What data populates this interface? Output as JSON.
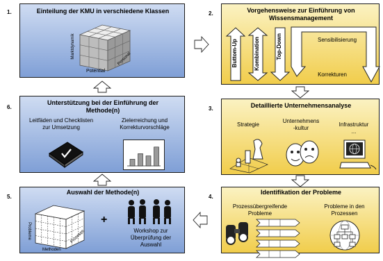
{
  "steps": {
    "s1": {
      "num": "1.",
      "title": "Einteilung der KMU in verschiedene Klassen",
      "axis_a": "Marktdynamik",
      "axis_b": "Potential",
      "axis_c": "Personal"
    },
    "s2": {
      "num": "2.",
      "title_line1": "Vorgehensweise zur Einführung von",
      "title_line2": "Wissensmanagement",
      "bottom_up": "Buttom-Up",
      "kombination": "Kombination",
      "top_down": "Top-Down",
      "sensibilisierung": "Sensibilisierung",
      "korrekturen": "Korrekturen"
    },
    "s3": {
      "num": "3.",
      "title": "Detaillierte Unternehmensanalyse",
      "col1": "Strategie",
      "col2_line1": "Unternehmens",
      "col2_line2": "-kultur",
      "col3_line1": "Infrastruktur",
      "col3_line2": "..."
    },
    "s4": {
      "num": "4.",
      "title": "Identifikation der Probleme",
      "left_line1": "Prozessübergreifende",
      "left_line2": "Probleme",
      "right_line1": "Probleme in den",
      "right_line2": "Prozessen"
    },
    "s5": {
      "num": "5.",
      "title": "Auswahl der Methode(n)",
      "plus": "+",
      "axis_a": "Probleme",
      "axis_b": "Methoden",
      "axis_c": "Prozesse",
      "workshop_line1": "Workshop zur",
      "workshop_line2": "Überprüfung der",
      "workshop_line3": "Auswahl"
    },
    "s6": {
      "num": "6.",
      "title_line1": "Unterstützung bei der Einführung der",
      "title_line2": "Methode(n)",
      "left_line1": "Leitfäden und Checklisten",
      "left_line2": "zur Umsetzung",
      "right_line1": "Zielerreichung und",
      "right_line2": "Korrekturvorschläge"
    }
  },
  "colors": {
    "blue_top": "#cfdcf2",
    "blue_bottom": "#7f9fd6",
    "yellow_top": "#fbf2c2",
    "yellow_bottom": "#f1cd4b"
  },
  "icons": [
    "arrow-right-icon",
    "arrow-down-icon",
    "arrow-left-icon",
    "arrow-up-icon",
    "cube-icon",
    "chess-icon",
    "theater-masks-icon",
    "computer-globe-icon",
    "binoculars-icon",
    "process-chevrons-icon",
    "org-chart-globe-icon",
    "grid-cube-icon",
    "people-group-icon",
    "book-checklist-icon",
    "bar-chart-icon"
  ],
  "chart_bar_levels": [
    0.3,
    0.55,
    0.45,
    0.85
  ]
}
